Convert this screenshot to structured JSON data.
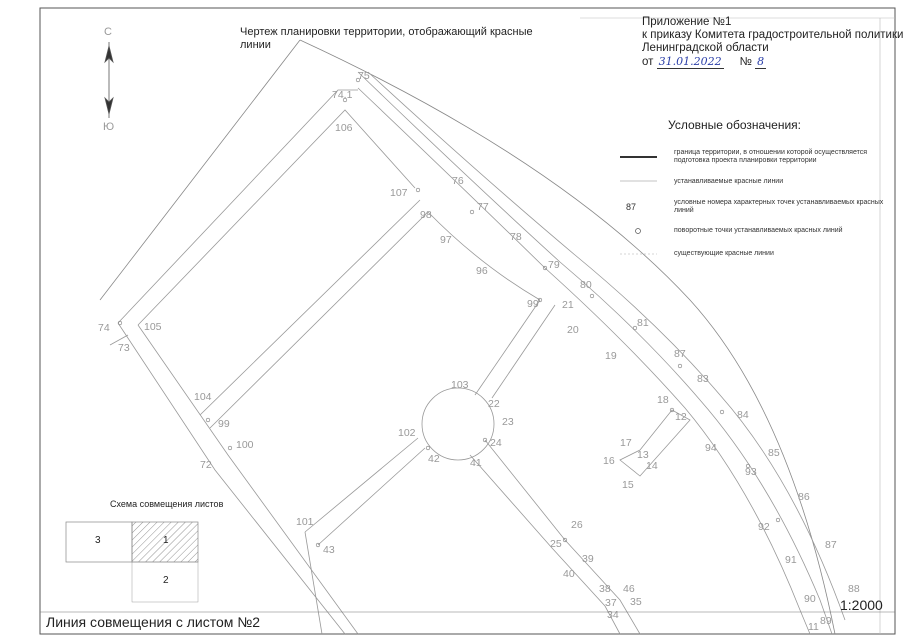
{
  "title": "Чертеж планировки территории, отображающий красные линии",
  "appendix": {
    "line1": "Приложение  №1",
    "line2": "к приказу Комитета градостроительной политики",
    "line3": "Ленинградской области",
    "date_prefix": "от",
    "date": "31.01.2022",
    "number_prefix": "№",
    "number": "8"
  },
  "legend": {
    "title": "Условные обозначения:",
    "items": [
      {
        "symbol": "thick-line",
        "text": "граница территории, в отношении которой осуществляется подготовка проекта планировки территории"
      },
      {
        "symbol": "thin-line",
        "text": "устанавливаемые красные линии"
      },
      {
        "symbol": "87",
        "text": "условные номера характерных точек устанавливаемых красных линий"
      },
      {
        "symbol": "circle",
        "text": "поворотные точки устанавливаемых красных линий"
      },
      {
        "symbol": "dashed-line",
        "text": "существующие красные линии"
      }
    ]
  },
  "compass": {
    "north": "С",
    "south": "Ю"
  },
  "scheme": {
    "title": "Схема совмещения листов",
    "sheets": [
      "3",
      "1",
      "2"
    ]
  },
  "scale": "1:2000",
  "bottom_label": "Линия совмещения с листом №2",
  "point_labels": [
    "75",
    "74.1",
    "106",
    "107",
    "76",
    "98",
    "77",
    "97",
    "78",
    "96",
    "79",
    "80",
    "99",
    "21",
    "81",
    "20",
    "19",
    "87",
    "83",
    "103",
    "18",
    "22",
    "84",
    "12",
    "23",
    "102",
    "94",
    "17",
    "13",
    "24",
    "16",
    "14",
    "42",
    "41",
    "15",
    "93",
    "85",
    "86",
    "92",
    "101",
    "26",
    "87",
    "43",
    "25",
    "39",
    "91",
    "40",
    "38",
    "46",
    "37",
    "35",
    "34",
    "88",
    "90",
    "74",
    "105",
    "73",
    "104",
    "99",
    "100",
    "72",
    "89",
    "11"
  ]
}
